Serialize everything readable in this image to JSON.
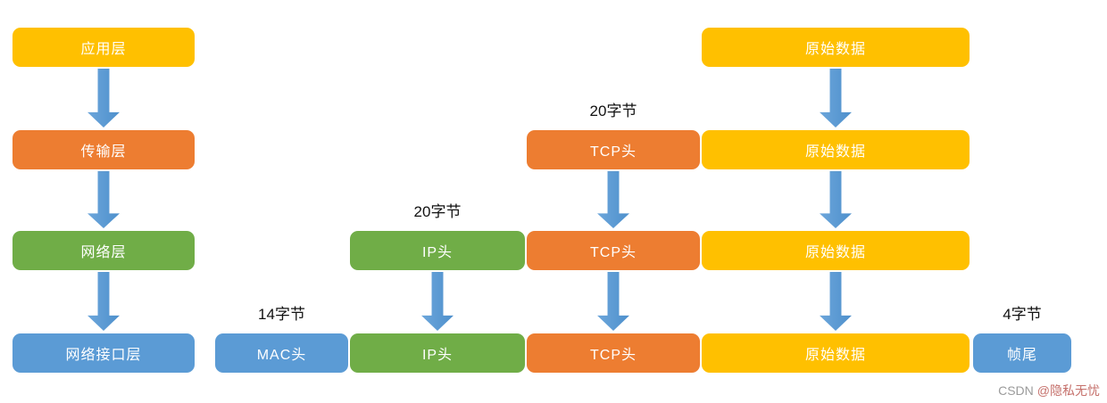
{
  "left_column": {
    "items": [
      {
        "label": "应用层",
        "color": "#FFC000"
      },
      {
        "label": "传输层",
        "color": "#ED7D31"
      },
      {
        "label": "网络层",
        "color": "#70AD47"
      },
      {
        "label": "网络接口层",
        "color": "#5B9BD5"
      }
    ]
  },
  "encapsulation": {
    "row1": {
      "boxes": [
        {
          "label": "原始数据",
          "color": "#FFC000"
        }
      ]
    },
    "row2": {
      "annotation": "20字节",
      "boxes": [
        {
          "label": "TCP头",
          "color": "#ED7D31"
        },
        {
          "label": "原始数据",
          "color": "#FFC000"
        }
      ]
    },
    "row3": {
      "annotation": "20字节",
      "boxes": [
        {
          "label": "IP头",
          "color": "#70AD47"
        },
        {
          "label": "TCP头",
          "color": "#ED7D31"
        },
        {
          "label": "原始数据",
          "color": "#FFC000"
        }
      ]
    },
    "row4": {
      "annotation_left": "14字节",
      "annotation_right": "4字节",
      "boxes": [
        {
          "label": "MAC头",
          "color": "#5B9BD5"
        },
        {
          "label": "IP头",
          "color": "#70AD47"
        },
        {
          "label": "TCP头",
          "color": "#ED7D31"
        },
        {
          "label": "原始数据",
          "color": "#FFC000"
        },
        {
          "label": "帧尾",
          "color": "#5B9BD5"
        }
      ]
    },
    "arrow_color": "#5B9BD5"
  },
  "watermark": {
    "prefix": "CSDN",
    "handle": "@隐私无忧"
  }
}
